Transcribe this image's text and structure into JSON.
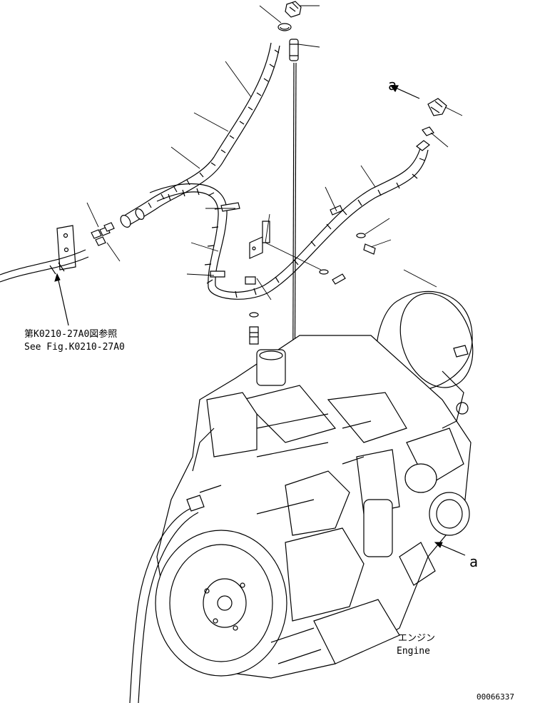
{
  "labels": {
    "view_ref_top": "a",
    "view_ref_side": "a",
    "ref_jp": "第K0210-27A0図参照",
    "ref_en": "See Fig.K0210-27A0",
    "engine_jp": "エンジン",
    "engine_en": "Engine",
    "drawing_number": "00066337"
  }
}
